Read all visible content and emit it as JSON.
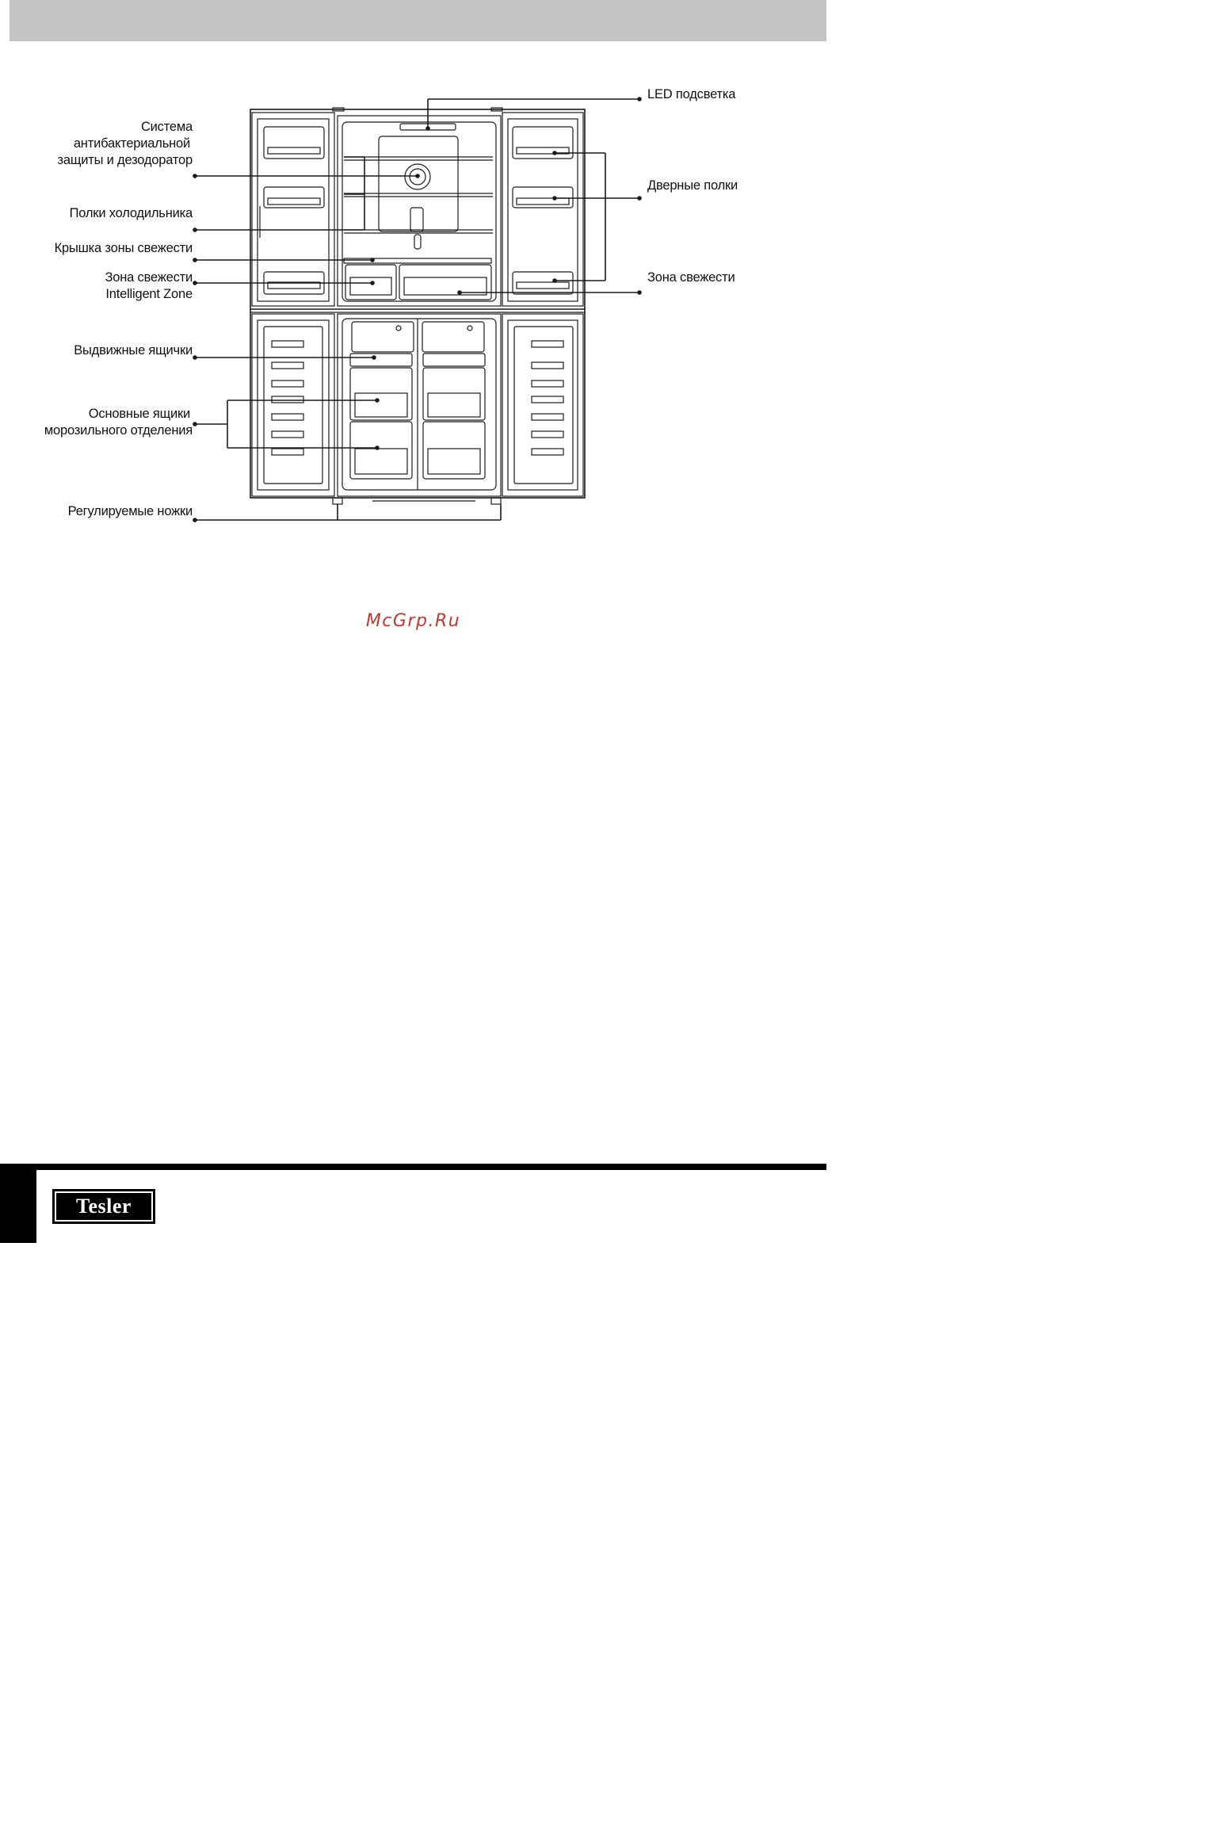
{
  "labels_left": {
    "antibacterial": [
      "Система",
      "антибактериальной",
      "защиты и дезодоратор"
    ],
    "fridge_shelves": "Полки холодильника",
    "freshness_cover": "Крышка зоны свежести",
    "intelligent_zone": [
      "Зона свежести",
      "Intelligent Zone"
    ],
    "pull_out_drawers": "Выдвижные ящички",
    "freezer_drawers": [
      "Основные ящики",
      "морозильного отделения"
    ],
    "adjustable_feet": "Регулируемые ножки"
  },
  "labels_right": {
    "led": "LED подсветка",
    "door_shelves": "Дверные полки",
    "fresh_zone": "Зона свежести"
  },
  "watermark": "McGrp.Ru",
  "brand": {
    "logo_text": "Tesler"
  },
  "colors": {
    "top_band": "#c4c4c4",
    "watermark": "#c0392b",
    "line": "#1a1a1a"
  }
}
